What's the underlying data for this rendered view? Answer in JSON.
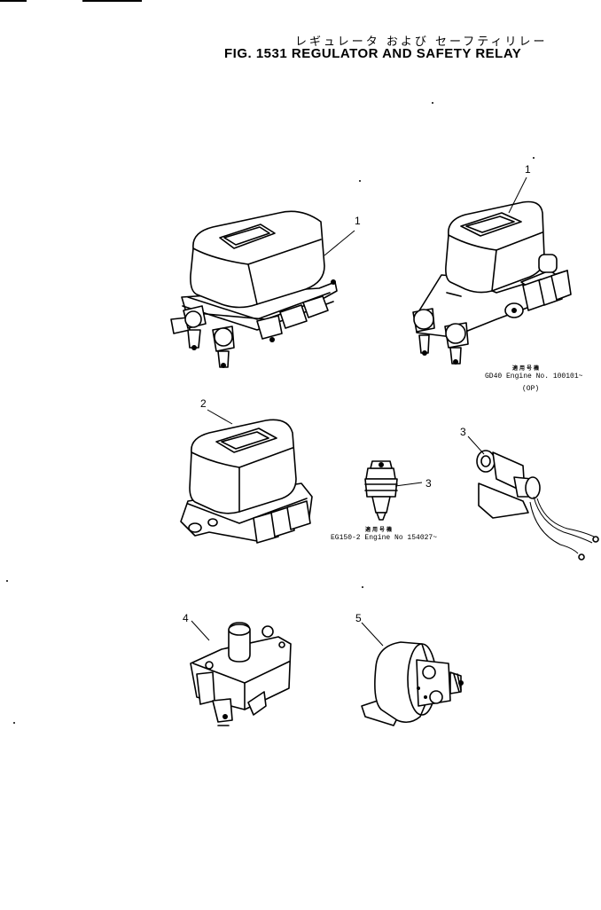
{
  "header": {
    "title_jp": "レギュレータ および セーフティリレー",
    "title_en": "FIG. 1531  REGULATOR AND SAFETY RELAY"
  },
  "callouts": {
    "c1a": "1",
    "c1b": "1",
    "c2": "2",
    "c3a": "3",
    "c3b": "3",
    "c4": "4",
    "c5": "5"
  },
  "notes": {
    "note1_header": "適用号機",
    "note1_line1": "GD40  Engine No. 100101~",
    "note1_line2": "(OP)",
    "note2_header": "適用号機",
    "note2_line1": "EG150-2  Engine No  154027~"
  }
}
